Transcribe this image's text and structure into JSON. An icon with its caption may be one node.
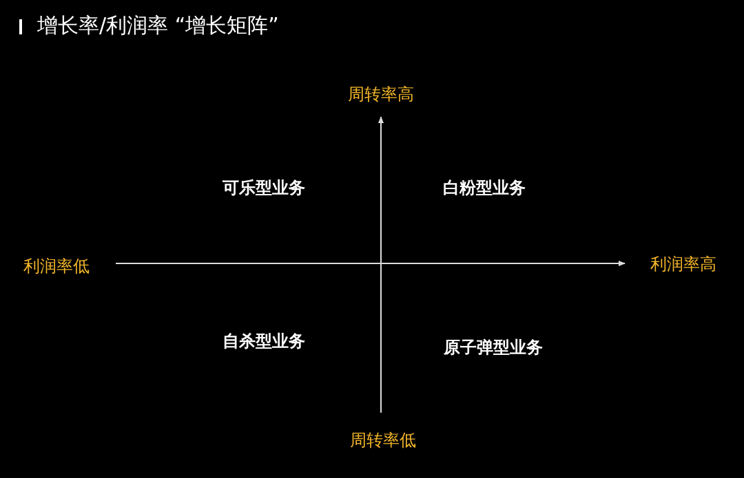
{
  "diagram": {
    "title": "增长率/利润率 “增长矩阵”",
    "labels": [
      "周转率高",
      "可乐型业务",
      "白粉型业务",
      "利润率低",
      "利润率高",
      "自杀型业务",
      "原子弹型业务",
      "周转率低"
    ]
  }
}
